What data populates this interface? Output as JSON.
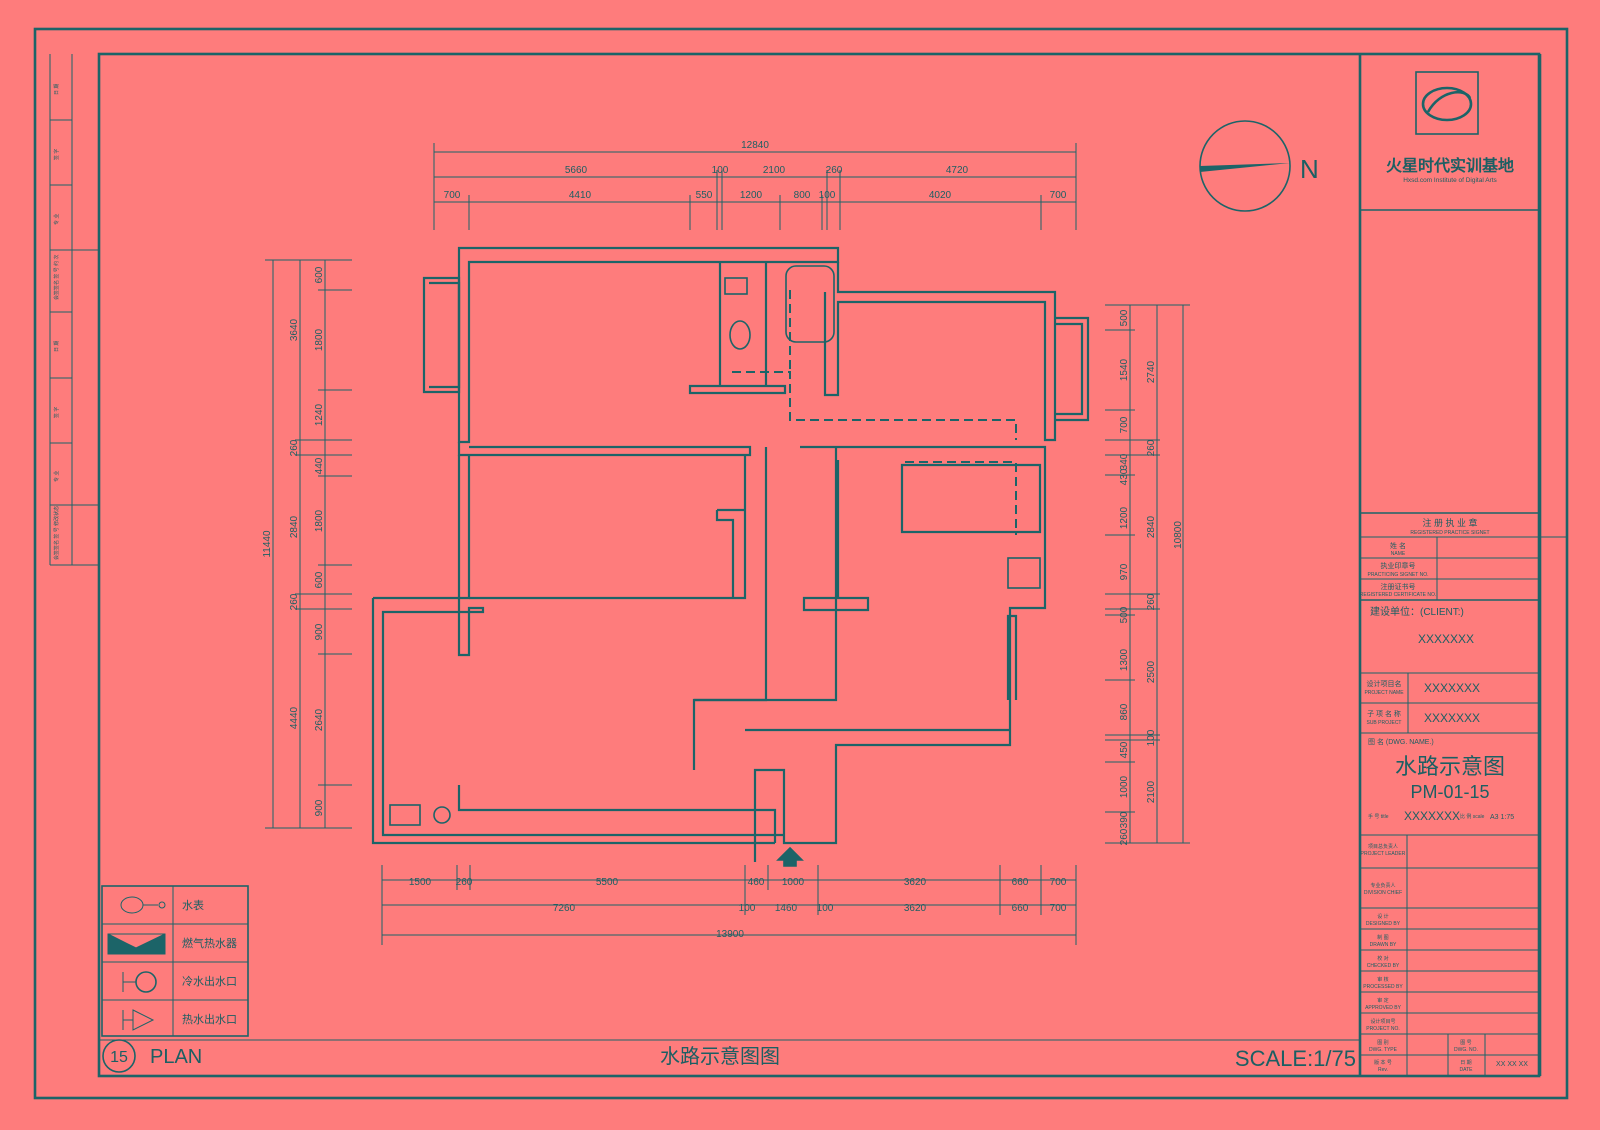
{
  "drawing": {
    "title": "水路示意图图",
    "plan_number": "15",
    "plan_label": "PLAN",
    "scale_text": "SCALE:1/75",
    "north_label": "N"
  },
  "dims": {
    "top_total": "12840",
    "top_row1": [
      "5660",
      "100",
      "2100",
      "260",
      "4720"
    ],
    "top_row2": [
      "700",
      "4410",
      "550",
      "1200",
      "800",
      "100",
      "4020",
      "700"
    ],
    "bottom_row1": [
      "1500",
      "260",
      "5500",
      "460",
      "1000",
      "3620",
      "660",
      "700"
    ],
    "bottom_row2": [
      "7260",
      "100",
      "1460",
      "100",
      "3620",
      "660",
      "700"
    ],
    "bottom_total": "13900",
    "left_total": "11440",
    "left_row1": [
      "3640",
      "260",
      "2840",
      "260",
      "4440"
    ],
    "left_row2": [
      "600",
      "1800",
      "1240",
      "440",
      "1800",
      "600",
      "900",
      "2640",
      "900"
    ],
    "right_total": "10800",
    "right_row1": [
      "2740",
      "260",
      "2840",
      "260",
      "2500",
      "100",
      "2100"
    ],
    "right_row2": [
      "500",
      "1540",
      "700",
      "340",
      "430",
      "1200",
      "970",
      "500",
      "1300",
      "860",
      "450",
      "1000",
      "390",
      "260"
    ]
  },
  "legend": [
    {
      "label": "水表",
      "icon": "water-meter-icon"
    },
    {
      "label": "燃气热水器",
      "icon": "gas-water-heater-icon"
    },
    {
      "label": "冷水出水口",
      "icon": "cold-water-outlet-icon"
    },
    {
      "label": "热水出水口",
      "icon": "hot-water-outlet-icon"
    }
  ],
  "title_block": {
    "company": "火星时代实训基地",
    "company_en": "Hxsd.com Institute of Digital Arts",
    "seal_heading": "注 册 执 业 章",
    "seal_heading_en": "REGISTERED PRACTICE SIGNET",
    "name_label": "姓 名",
    "name_label_en": "NAME",
    "seal_no_label": "执业印章号",
    "seal_no_label_en": "PRACTICING SIGNET NO.",
    "cert_label": "注册证书号",
    "cert_label_en": "REGISTERED CERTIFICATE NO.",
    "client_label": "建设单位：(CLIENT:)",
    "client_value": "XXXXXXX",
    "project_name_label": "设计项目名",
    "project_name_label_en": "PROJECT NAME",
    "project_name_value": "XXXXXXX",
    "sub_project_label": "子 项 名 称",
    "sub_project_label_en": "SUB PROJECT",
    "sub_project_value": "XXXXXXX",
    "drawing_name_label": "图  名 (DWG. NAME.)",
    "drawing_name": "水路示意图",
    "drawing_code": "PM-01-15",
    "label_title": "手 号 title",
    "title_value": "XXXXXXX",
    "label_scale": "比 例 scale",
    "scale_value": "A3 1:75",
    "roles": [
      {
        "cn": "项目总负责人",
        "en": "PROJECT LEADER"
      },
      {
        "cn": "专业负责人",
        "en": "DIVISION CHIEF"
      },
      {
        "cn": "设  计",
        "en": "DESIGNED BY"
      },
      {
        "cn": "制  图",
        "en": "DRAWN BY"
      },
      {
        "cn": "校  对",
        "en": "CHECKED BY"
      },
      {
        "cn": "审  核",
        "en": "PROCESSED BY"
      },
      {
        "cn": "审  定",
        "en": "APPROVED BY"
      },
      {
        "cn": "设计项目号",
        "en": "PROJECT NO."
      },
      {
        "cn": "图  别",
        "en": "DWG. TYPE"
      },
      {
        "cn": "版 本 号",
        "en": "Rev."
      }
    ],
    "dwg_no_label": "图 号",
    "dwg_no_label_en": "DWG. NO.",
    "date_label": "日 期",
    "date_label_en": "DATE",
    "date_value": "XX XX XX"
  },
  "binding_strip": [
    "日 期",
    "签 字",
    "专 业",
    "会签签名 签 号 约 次",
    "日 期",
    "签 字",
    "专 业",
    "会签签名 签 号 修改状态"
  ]
}
